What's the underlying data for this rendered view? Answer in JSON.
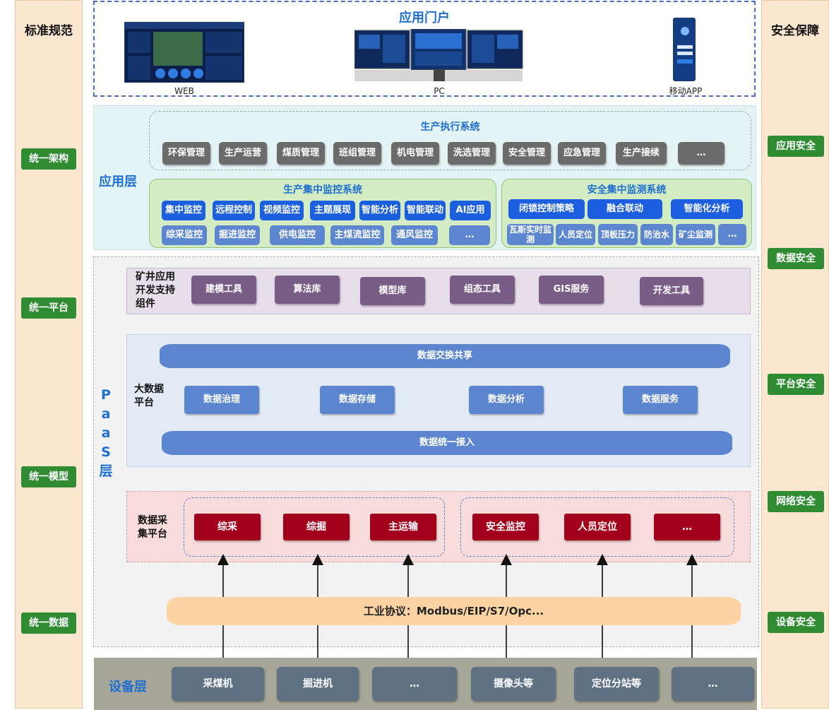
{
  "left_column": {
    "title": "标准规范",
    "items": [
      "统一架构",
      "统一平台",
      "统一模型",
      "统一数据"
    ]
  },
  "right_column": {
    "title": "安全保障",
    "items": [
      "应用安全",
      "数据安全",
      "平台安全",
      "网络安全",
      "设备安全"
    ]
  },
  "portal": {
    "title": "应用门户",
    "screens": [
      "WEB",
      "PC",
      "移动APP"
    ]
  },
  "app_layer": {
    "label": "应用层",
    "execution": {
      "title": "生产执行系统",
      "items": [
        "环保管理",
        "生产运营",
        "煤质管理",
        "班组管理",
        "机电管理",
        "洗选管理",
        "安全管理",
        "应急管理",
        "生产接续",
        "…"
      ]
    },
    "monitor": {
      "title": "生产集中监控系统",
      "row1": [
        "集中监控",
        "远程控制",
        "视频监控",
        "主题展现",
        "智能分析",
        "智能联动",
        "AI应用"
      ],
      "row2": [
        "综采监控",
        "掘进监控",
        "供电监控",
        "主煤流监控",
        "通风监控",
        "…"
      ]
    },
    "safety": {
      "title": "安全集中监测系统",
      "row1": [
        "闭锁控制策略",
        "融合联动",
        "智能化分析"
      ],
      "row2": [
        "瓦斯实时监测",
        "人员定位",
        "顶板压力",
        "防治水",
        "矿尘监测",
        "…"
      ]
    }
  },
  "paas": {
    "label": [
      "P",
      "a",
      "a",
      "S",
      "层"
    ],
    "devtools": {
      "label": [
        "矿井应用",
        "开发支持",
        "组件"
      ],
      "items": [
        "建模工具",
        "算法库",
        "模型库",
        "组态工具",
        "GIS服务",
        "开发工具"
      ]
    },
    "bigdata": {
      "label": [
        "大数据",
        "平台"
      ],
      "top": "数据交换共享",
      "items": [
        "数据治理",
        "数据存储",
        "数据分析",
        "数据服务"
      ],
      "bottom": "数据统一接入"
    },
    "collection": {
      "label": [
        "数据采",
        "集平台"
      ],
      "group1": [
        "综采",
        "综掘",
        "主运输"
      ],
      "group2": [
        "安全监控",
        "人员定位",
        "…"
      ]
    },
    "protocol": "工业协议：Modbus/EIP/S7/Opc..."
  },
  "device_layer": {
    "label": "设备层",
    "items": [
      "采煤机",
      "掘进机",
      "…",
      "摄像头等",
      "定位分站等",
      "…"
    ]
  }
}
